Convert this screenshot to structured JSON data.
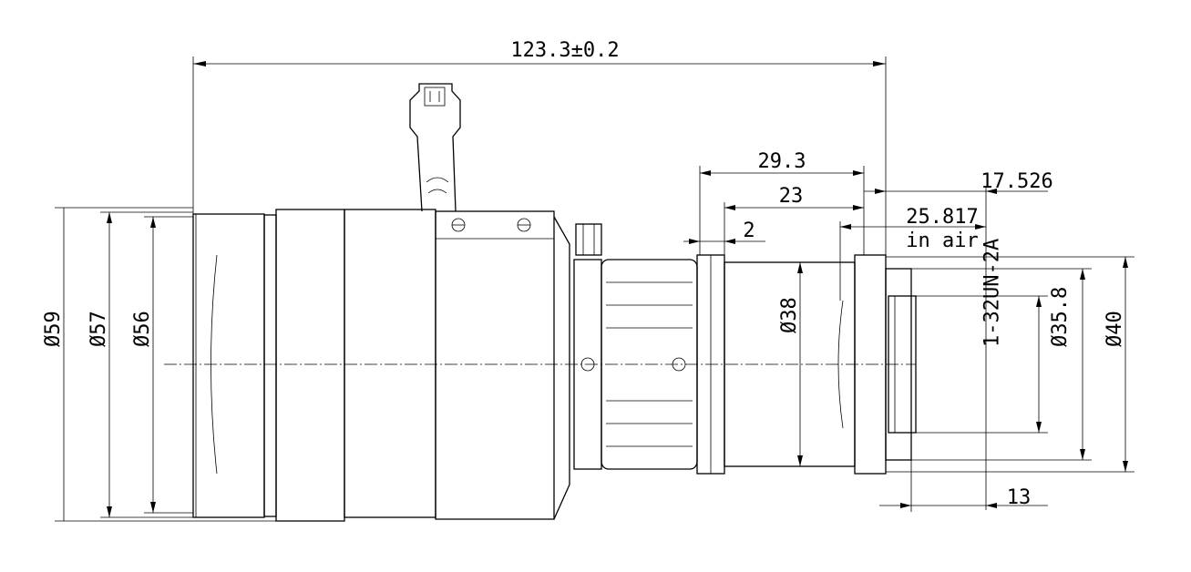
{
  "drawing": {
    "overall_length": "123.3±0.2",
    "dim_29_3": "29.3",
    "dim_23": "23",
    "dim_2": "2",
    "dim_17_526": "17.526",
    "dim_25_817": "25.817",
    "dim_in_air": "in air",
    "dim_13": "13",
    "dia_59": "Ø59",
    "dia_57": "Ø57",
    "dia_56": "Ø56",
    "dia_38": "Ø38",
    "thread": "1-32UN-2A",
    "dia_35_8": "Ø35.8",
    "dia_40": "Ø40"
  }
}
